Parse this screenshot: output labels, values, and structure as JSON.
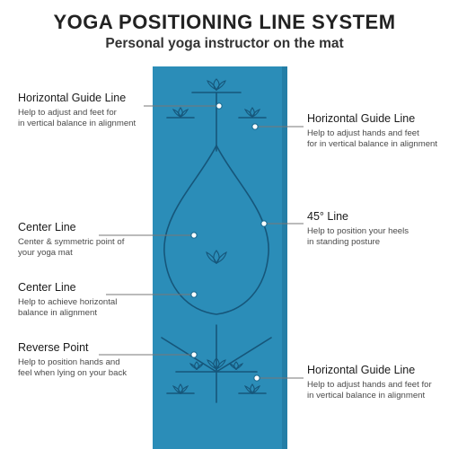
{
  "header": {
    "title": "YOGA POSITIONING LINE SYSTEM",
    "subtitle": "Personal yoga instructor on the mat"
  },
  "colors": {
    "mat": "#2b8db8",
    "mat_dark": "#1f6f95",
    "line": "#16567a",
    "callout": "#777777",
    "dot": "#ffffff"
  },
  "callouts": {
    "left": [
      {
        "title": "Horizontal Guide Line",
        "desc1": "Help to adjust and feet for",
        "desc2": "in vertical balance in alignment"
      },
      {
        "title": "Center Line",
        "desc1": "Center & symmetric point of",
        "desc2": "your yoga  mat"
      },
      {
        "title": "Center Line",
        "desc1": "Help to achieve horizontal",
        "desc2": "balance in alignment"
      },
      {
        "title": "Reverse Point",
        "desc1": "Help to position hands and",
        "desc2": "feel when lying on your back"
      }
    ],
    "right": [
      {
        "title": "Horizontal Guide Line",
        "desc1": "Help to adjust hands and feet",
        "desc2": "for in vertical balance in alignment"
      },
      {
        "title": "45° Line",
        "desc1": "Help to position your heels",
        "desc2": "in standing posture"
      },
      {
        "title": "Horizontal Guide Line",
        "desc1": "Help to adjust hands and feet for",
        "desc2": "in vertical balance in alignment"
      }
    ]
  }
}
